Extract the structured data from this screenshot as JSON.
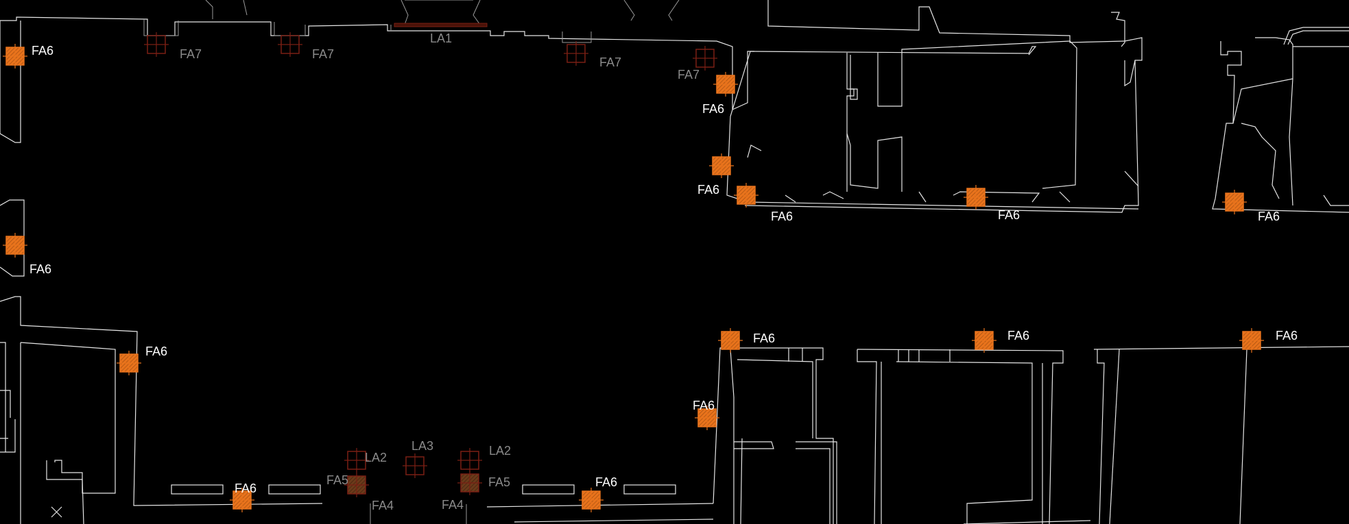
{
  "drawing": {
    "background": "#000000",
    "wall_color": "#e6e6e6",
    "active_fixture_color": "#e8731c",
    "dim_fixture_color": "#7a1f14"
  },
  "fixtures": [
    {
      "id": "fa6-a",
      "label": "FA6",
      "state": "active"
    },
    {
      "id": "fa7-a",
      "label": "FA7",
      "state": "dim"
    },
    {
      "id": "fa7-b",
      "label": "FA7",
      "state": "dim"
    },
    {
      "id": "la1",
      "label": "LA1",
      "state": "dim"
    },
    {
      "id": "fa7-c",
      "label": "FA7",
      "state": "dim"
    },
    {
      "id": "fa7-d",
      "label": "FA7",
      "state": "dim"
    },
    {
      "id": "fa6-b",
      "label": "FA6",
      "state": "active"
    },
    {
      "id": "fa6-c",
      "label": "FA6",
      "state": "active"
    },
    {
      "id": "fa6-d",
      "label": "FA6",
      "state": "active"
    },
    {
      "id": "fa6-e",
      "label": "FA6",
      "state": "active"
    },
    {
      "id": "fa6-f",
      "label": "FA6",
      "state": "active"
    },
    {
      "id": "fa6-g",
      "label": "FA6",
      "state": "active"
    },
    {
      "id": "fa6-h",
      "label": "FA6",
      "state": "active"
    },
    {
      "id": "fa6-i",
      "label": "FA6",
      "state": "active"
    },
    {
      "id": "fa6-j",
      "label": "FA6",
      "state": "active"
    },
    {
      "id": "fa6-k",
      "label": "FA6",
      "state": "active"
    },
    {
      "id": "fa6-l",
      "label": "FA6",
      "state": "active"
    },
    {
      "id": "fa6-m",
      "label": "FA6",
      "state": "active"
    },
    {
      "id": "fa6-n",
      "label": "FA6",
      "state": "active"
    },
    {
      "id": "la2-a",
      "label": "LA2",
      "state": "dim"
    },
    {
      "id": "la3",
      "label": "LA3",
      "state": "dim"
    },
    {
      "id": "la2-b",
      "label": "LA2",
      "state": "dim"
    },
    {
      "id": "fa5-a",
      "label": "FA5",
      "state": "dim"
    },
    {
      "id": "fa5-b",
      "label": "FA5",
      "state": "dim"
    },
    {
      "id": "fa4-a",
      "label": "FA4",
      "state": "dim"
    },
    {
      "id": "fa4-b",
      "label": "FA4",
      "state": "dim"
    }
  ]
}
